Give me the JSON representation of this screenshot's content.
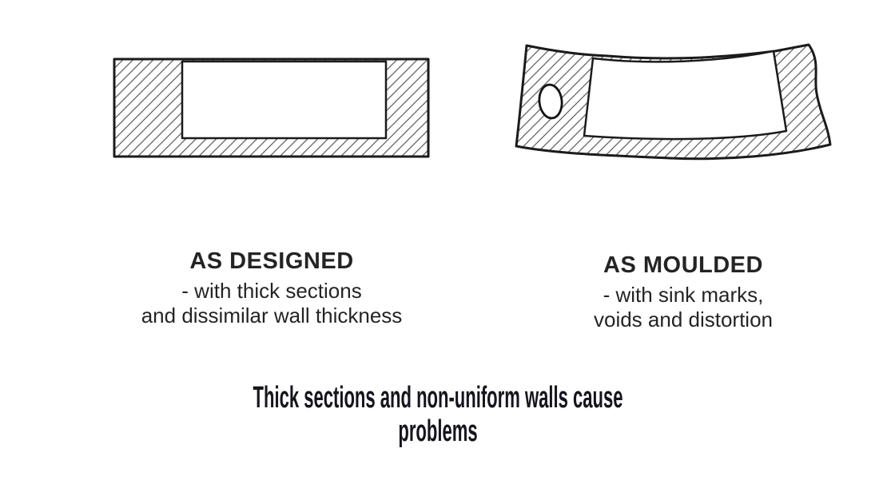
{
  "figures": {
    "designed": {
      "label_title": "AS DESIGNED",
      "label_line1": "- with thick sections",
      "label_line2": "and dissimilar wall thickness"
    },
    "moulded": {
      "label_title": "AS MOULDED",
      "label_line1": "- with sink marks,",
      "label_line2": "voids and distortion"
    }
  },
  "caption": {
    "line1": "Thick sections and non-uniform walls cause",
    "line2": "problems"
  },
  "colors": {
    "line": "#1b1b1b",
    "hatch": "#555555",
    "label_text": "#242424",
    "caption_text": "#15151d",
    "background": "#ffffff"
  }
}
